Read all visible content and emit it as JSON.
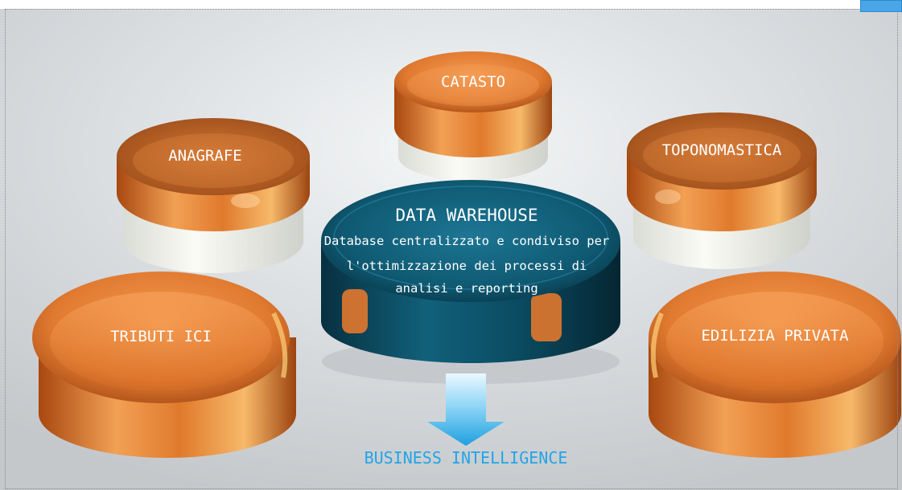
{
  "colors": {
    "orange_fill": "#e8843a",
    "orange_light": "#f7a766",
    "orange_dark": "#b8521a",
    "teal_fill": "#0e5a72",
    "teal_dark": "#063343",
    "arrow_light": "#c8f0ff",
    "arrow_dark": "#1ea0e0",
    "bi_text": "#22a4e8",
    "background": "#dfe3e6"
  },
  "nodes": {
    "catasto": {
      "label": "CATASTO"
    },
    "anagrafe": {
      "label": "ANAGRAFE"
    },
    "toponomastica": {
      "label": "TOPONOMASTICA"
    },
    "tributi": {
      "label": "TRIBUTI ICI"
    },
    "edilizia": {
      "label": "EDILIZIA PRIVATA"
    }
  },
  "hub": {
    "title": "DATA WAREHOUSE",
    "desc_lines": [
      "Database centralizzato e condiviso per",
      "l'ottimizzazione dei processi di",
      "analisi e reporting"
    ]
  },
  "output": {
    "label": "BUSINESS INTELLIGENCE"
  },
  "icons": {
    "arrow": "down-arrow-icon"
  }
}
